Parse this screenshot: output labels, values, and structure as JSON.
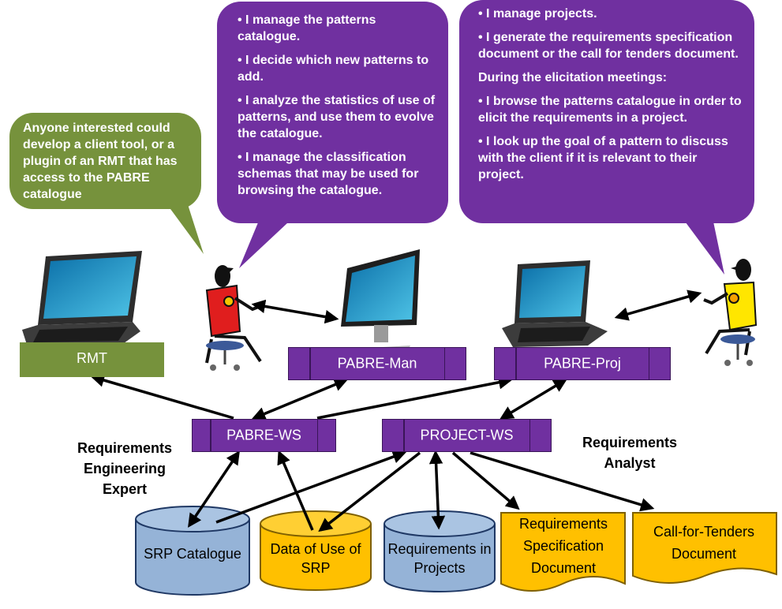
{
  "bubbles": {
    "client_tool": "Anyone interested could develop a client tool, or a plugin of an RMT that has access to the PABRE catalogue",
    "expert": [
      "• I manage the patterns catalogue.",
      "• I decide which new patterns to add.",
      "• I analyze the statistics of use of patterns, and use them to evolve the catalogue.",
      "• I manage the classification schemas that may be used for browsing the catalogue."
    ],
    "analyst": [
      "• I manage projects.",
      "• I generate the requirements specification document or the call for tenders document.",
      "During the elicitation meetings:",
      "• I browse the patterns catalogue in order to elicit the requirements in a project.",
      "• I look up the goal of a pattern to discuss with the client if it is relevant to their project."
    ]
  },
  "components": {
    "rmt": "RMT",
    "pabre_man": "PABRE-Man",
    "pabre_proj": "PABRE-Proj",
    "pabre_ws": "PABRE-WS",
    "project_ws": "PROJECT-WS"
  },
  "roles": {
    "expert": "Requirements Engineering Expert",
    "analyst": "Requirements Analyst"
  },
  "stores": {
    "srp_catalogue": "SRP Catalogue",
    "data_of_use": "Data of Use of SRP",
    "req_in_projects": "Requirements in Projects",
    "req_spec_doc": "Requirements Specification Document",
    "call_for_tenders": "Call-for-Tenders Document"
  },
  "colors": {
    "purple": "#7030a0",
    "green": "#76923c",
    "blue_db": "#95b3d7",
    "orange_db": "#ffc000"
  }
}
